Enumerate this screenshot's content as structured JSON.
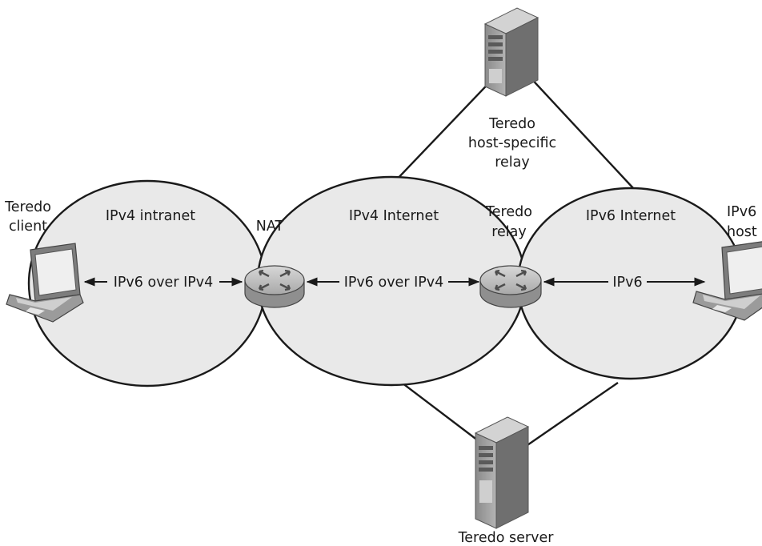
{
  "labels": {
    "teredo_client_line1": "Teredo",
    "teredo_client_line2": "client",
    "ipv4_intranet": "IPv4 intranet",
    "nat": "NAT",
    "ipv4_internet": "IPv4 Internet",
    "teredo_relay_line1": "Teredo",
    "teredo_relay_line2": "relay",
    "ipv6_internet": "IPv6 Internet",
    "ipv6_host_line1": "IPv6",
    "ipv6_host_line2": "host",
    "host_specific_line1": "Teredo",
    "host_specific_line2": "host-specific",
    "host_specific_line3": "relay",
    "teredo_server": "Teredo server"
  },
  "links": {
    "client_to_nat": "IPv6 over IPv4",
    "nat_to_relay": "IPv6 over IPv4",
    "relay_to_host": "IPv6"
  },
  "colors": {
    "cloud_fill": "#e9e9e9",
    "outline": "#1a1a1a",
    "router_body": "#8f8f8f",
    "router_top": "#c6c6c6",
    "server_body": "#9c9c9c"
  }
}
